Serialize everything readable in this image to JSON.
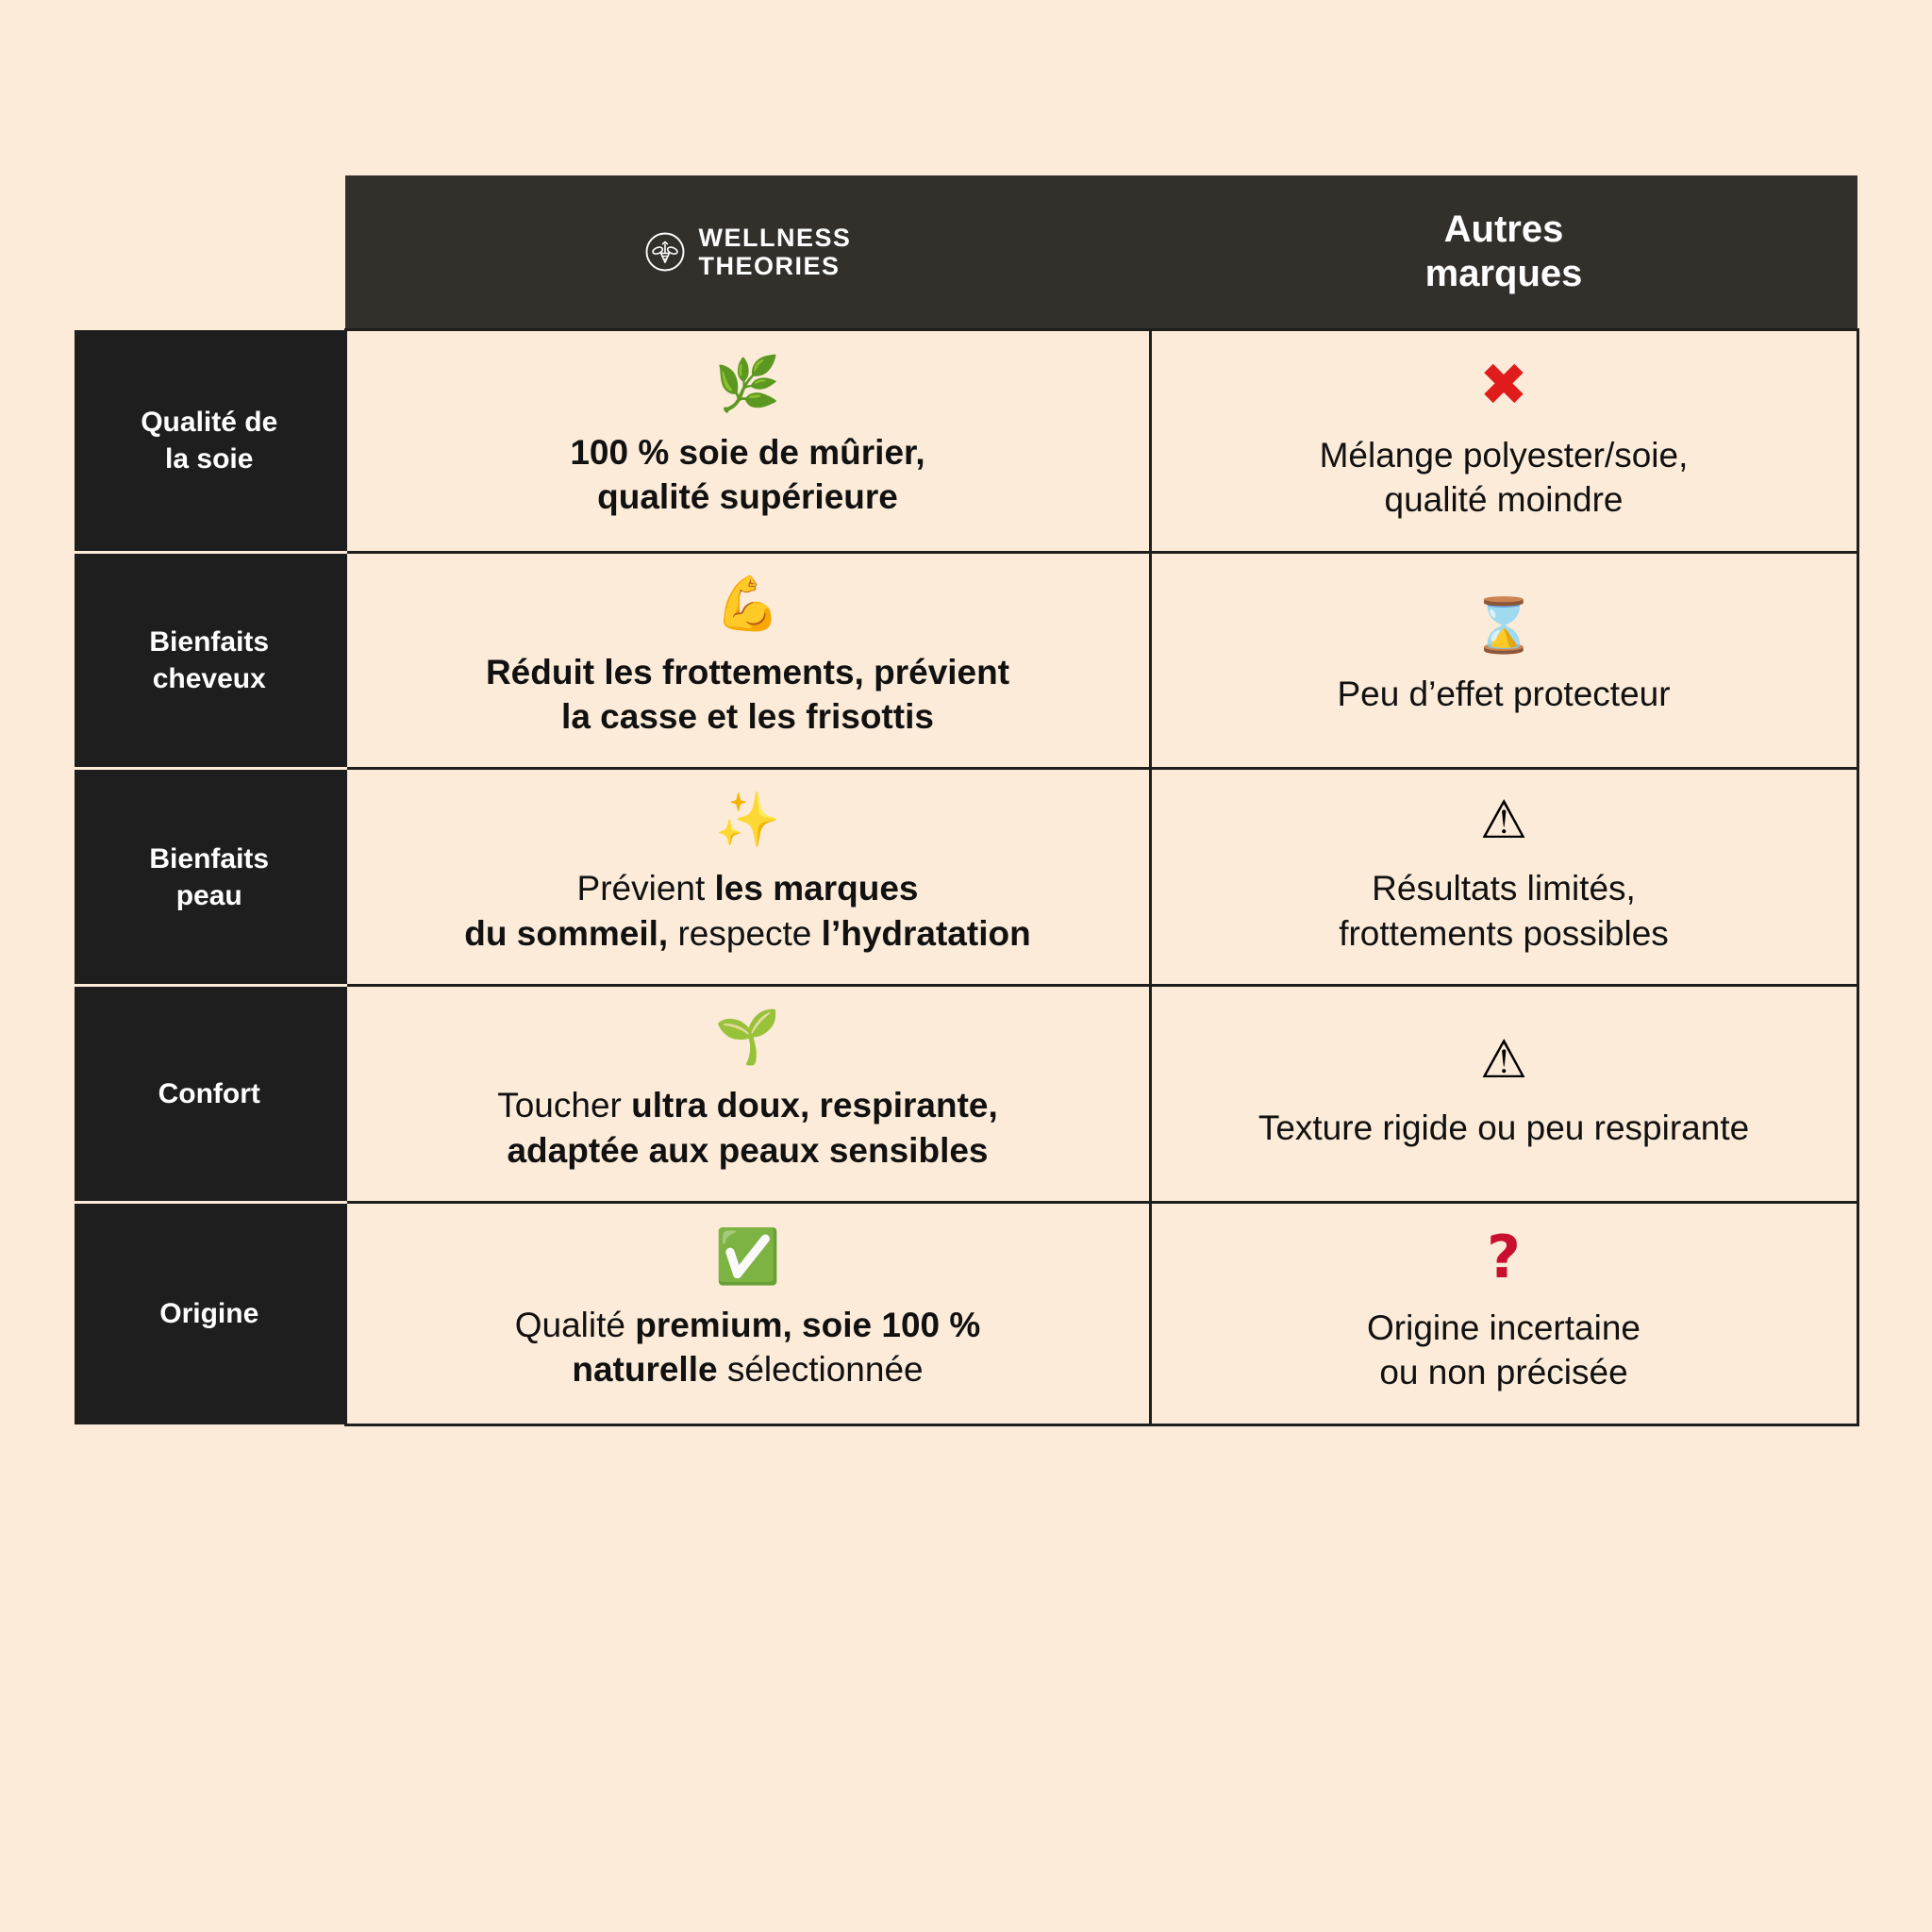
{
  "page": {
    "background_color": "#FCEBD8",
    "table_border_color": "#1E1E1E",
    "header_background": "#332F2B",
    "label_background": "#1E1E1E"
  },
  "header": {
    "spacer_label": "",
    "brand": {
      "logo_icon": "bee-in-circle-icon",
      "line1": "WELLNESS",
      "line2": "THEORIES"
    },
    "other": {
      "line1": "Autres",
      "line2": "marques"
    }
  },
  "rows": [
    {
      "label_line1": "Qualité de",
      "label_line2": "la soie",
      "brand": {
        "icon": "herb-leaf-icon",
        "icon_glyph": "🌿",
        "line1": "100 % soie de mûrier,",
        "line2": "qualité supérieure",
        "emphasis": "all-bold"
      },
      "other": {
        "icon": "red-cross-mark-icon",
        "icon_glyph": "✖",
        "icon_color": "#E01B1B",
        "line1": "Mélange polyester/soie,",
        "line2": "qualité moindre"
      }
    },
    {
      "label_line1": "Bienfaits",
      "label_line2": "cheveux",
      "brand": {
        "icon": "flexed-biceps-icon",
        "icon_glyph": "💪",
        "line1": "Réduit les frottements, prévient",
        "line2": "la casse et les frisottis",
        "emphasis": "all-bold"
      },
      "other": {
        "icon": "hourglass-icon",
        "icon_glyph": "⌛",
        "line1": "Peu d’effet protecteur",
        "line2": ""
      }
    },
    {
      "label_line1": "Bienfaits",
      "label_line2": "peau",
      "brand": {
        "icon": "sparkles-icon",
        "icon_glyph": "✨",
        "line1_plain_a": "Prévient ",
        "line1_bold": "les marques",
        "line2_bold_a": "du sommeil,",
        "line2_plain": " respecte ",
        "line2_bold_b": "l’hydratation",
        "emphasis": "mixed"
      },
      "other": {
        "icon": "warning-triangle-icon",
        "icon_glyph": "⚠",
        "line1": "Résultats limités,",
        "line2": "frottements possibles"
      }
    },
    {
      "label_line1": "Confort",
      "label_line2": "",
      "brand": {
        "icon": "seedling-icon",
        "icon_glyph": "🌱",
        "line1_plain_a": "Toucher ",
        "line1_bold": "ultra doux, respirante,",
        "line2_bold_a": "adaptée aux peaux sensibles",
        "line2_plain": "",
        "line2_bold_b": "",
        "emphasis": "mixed"
      },
      "other": {
        "icon": "warning-triangle-icon",
        "icon_glyph": "⚠",
        "line1": "Texture rigide ou peu respirante",
        "line2": ""
      }
    },
    {
      "label_line1": "Origine",
      "label_line2": "",
      "brand": {
        "icon": "check-mark-button-icon",
        "icon_glyph": "✅",
        "line1_plain_a": "Qualité ",
        "line1_bold": "premium, soie 100 %",
        "line2_bold_a": "naturelle",
        "line2_plain": " sélectionnée",
        "line2_bold_b": "",
        "emphasis": "mixed"
      },
      "other": {
        "icon": "red-question-mark-icon",
        "icon_glyph": "?",
        "icon_color": "#C8102E",
        "line1": "Origine incertaine",
        "line2": "ou non précisée"
      }
    }
  ]
}
